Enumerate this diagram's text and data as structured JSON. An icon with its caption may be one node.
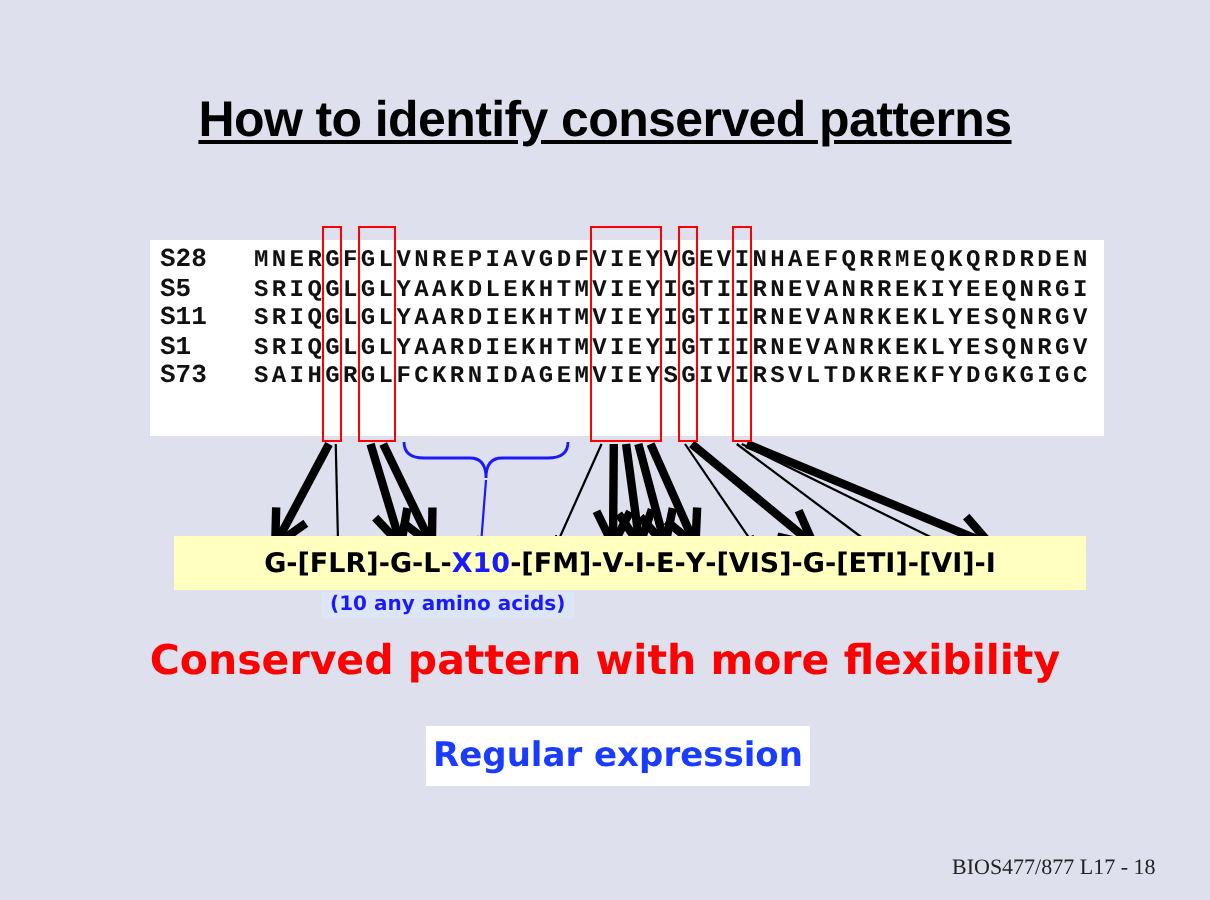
{
  "diagram": {
    "title": "How to identify conserved patterns",
    "nodes": [
      {
        "text": [
          "S28",
          "MNERGFGLVNREPIAVGDFVIEYVGEVINHAEFQRRMEQKQRDRDEN",
          "S5",
          "SRIQGLGLYAAKDLEKHTMVIEYIGTIIRNEVANRREKIYEEQNRGI",
          "S11",
          "SRIQGLGLYAARDIEKHTMVIEYIGTIIRNEVANRKEKLYESQNRGV",
          "S1",
          "SRIQGLGLYAARDIEKHTMVIEYIGTIIRNEVANRKEKLYESQNRGV",
          "S73",
          "SAIHGRGLFCKRNIDAGEMVIEYSGIVIRSVLTDKREKFYDGKGIGC"
        ]
      },
      {
        "text": [],
        "shape": "box"
      },
      {
        "text": [],
        "shape": "box"
      },
      {
        "text": [],
        "shape": "box"
      },
      {
        "text": [],
        "shape": "box"
      },
      {
        "text": [],
        "shape": "box"
      },
      {
        "text": [],
        "shape": "bracket"
      },
      {
        "text": [
          "-",
          "-",
          "-",
          "-",
          "-",
          "-",
          "-",
          "-",
          "-",
          "-",
          "-",
          "-",
          "-",
          "-"
        ]
      },
      {
        "text": [
          "G"
        ],
        "in": 7
      },
      {
        "text": [
          "[FLR]"
        ],
        "in": 7
      },
      {
        "text": [
          "G"
        ],
        "in": 7
      },
      {
        "text": [
          "L"
        ],
        "in": 7
      },
      {
        "text": [
          "X10"
        ],
        "in": 7
      },
      {
        "text": [
          "[FM]"
        ],
        "in": 7
      },
      {
        "text": [
          "V"
        ],
        "in": 7
      },
      {
        "text": [
          "I"
        ],
        "in": 7
      },
      {
        "text": [
          "E"
        ],
        "in": 7
      },
      {
        "text": [
          "Y"
        ],
        "in": 7
      },
      {
        "text": [
          "[VIS]"
        ],
        "in": 7
      },
      {
        "text": [
          "G"
        ],
        "in": 7
      },
      {
        "text": [
          "[ETI]"
        ],
        "in": 7
      },
      {
        "text": [
          "[VI]"
        ],
        "in": 7
      },
      {
        "text": [
          "I"
        ],
        "in": 7
      },
      {
        "text": [
          "Regular expression"
        ]
      }
    ],
    "edges": [
      {
        "from": 1,
        "to": 8,
        "arrow": "to"
      },
      {
        "from": 1,
        "to": 9,
        "arrow": "to"
      },
      {
        "from": 2,
        "to": 10,
        "arrow": "to"
      },
      {
        "from": 2,
        "to": 11,
        "arrow": "to"
      },
      {
        "from": 6,
        "to": 12,
        "arrow": "to",
        "color": "#1a1aff"
      },
      {
        "from": 3,
        "to": 13,
        "arrow": "to"
      },
      {
        "from": 3,
        "to": 14,
        "arrow": "to"
      },
      {
        "from": 3,
        "to": 15,
        "arrow": "to"
      },
      {
        "from": 3,
        "to": 16,
        "arrow": "to"
      },
      {
        "from": 3,
        "to": 17,
        "arrow": "to"
      },
      {
        "from": 4,
        "to": 18,
        "arrow": "to"
      },
      {
        "from": 4,
        "to": 19,
        "arrow": "to"
      },
      {
        "from": 5,
        "to": 20,
        "arrow": "to"
      },
      {
        "from": 5,
        "to": 21,
        "arrow": "to"
      },
      {
        "from": 5,
        "to": 22,
        "arrow": "to"
      }
    ],
    "labels": [
      "(10 any amino acids)",
      "Conserved pattern with more flexibility",
      "BIOS477/877 L17 - 18"
    ]
  }
}
